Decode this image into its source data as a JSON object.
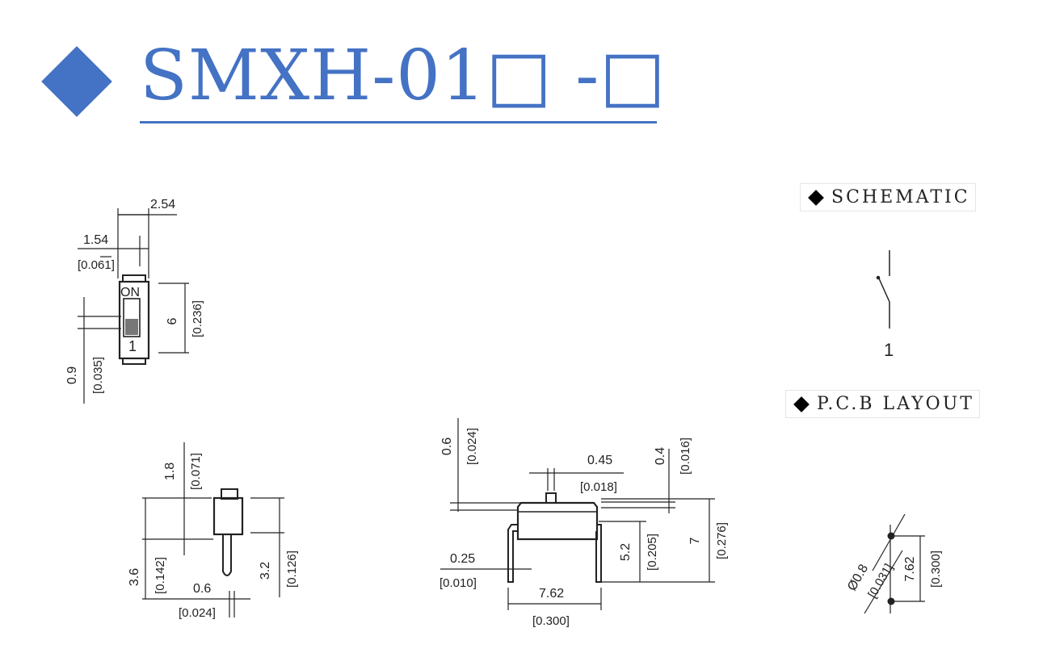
{
  "title": {
    "text": "SMXH-01□ -□",
    "color": "#4472c4"
  },
  "sections": {
    "schematic": "SCHEMATIC",
    "pcb_layout": "P.C.B LAYOUT"
  },
  "top_view": {
    "width": "2.54",
    "pitch": "1.54",
    "pitch_in": "[0.061]",
    "height": "6",
    "height_in": "[0.236]",
    "knob": "0.9",
    "knob_in": "[0.035]",
    "on_label": "ON",
    "pos_label": "1"
  },
  "side_view": {
    "actuator": "1.8",
    "actuator_in": "[0.071]",
    "total": "3.6",
    "total_in": "[0.142]",
    "body": "3.2",
    "body_in": "[0.126]",
    "pin": "0.6",
    "pin_in": "[0.024]"
  },
  "front_view": {
    "act_h": "0.6",
    "act_h_in": "[0.024]",
    "act_w": "0.45",
    "act_w_in": "[0.018]",
    "gap": "0.4",
    "gap_in": "[0.016]",
    "pin_t": "0.25",
    "pin_t_in": "[0.010]",
    "body_h": "5.2",
    "body_h_in": "[0.205]",
    "total_h": "7",
    "total_h_in": "[0.276]",
    "span": "7.62",
    "span_in": "[0.300]"
  },
  "schematic": {
    "pin": "1"
  },
  "pcb": {
    "hole": "Ø0.8",
    "hole_in": "[0.031]",
    "pitch": "7.62",
    "pitch_in": "[0.300]"
  }
}
